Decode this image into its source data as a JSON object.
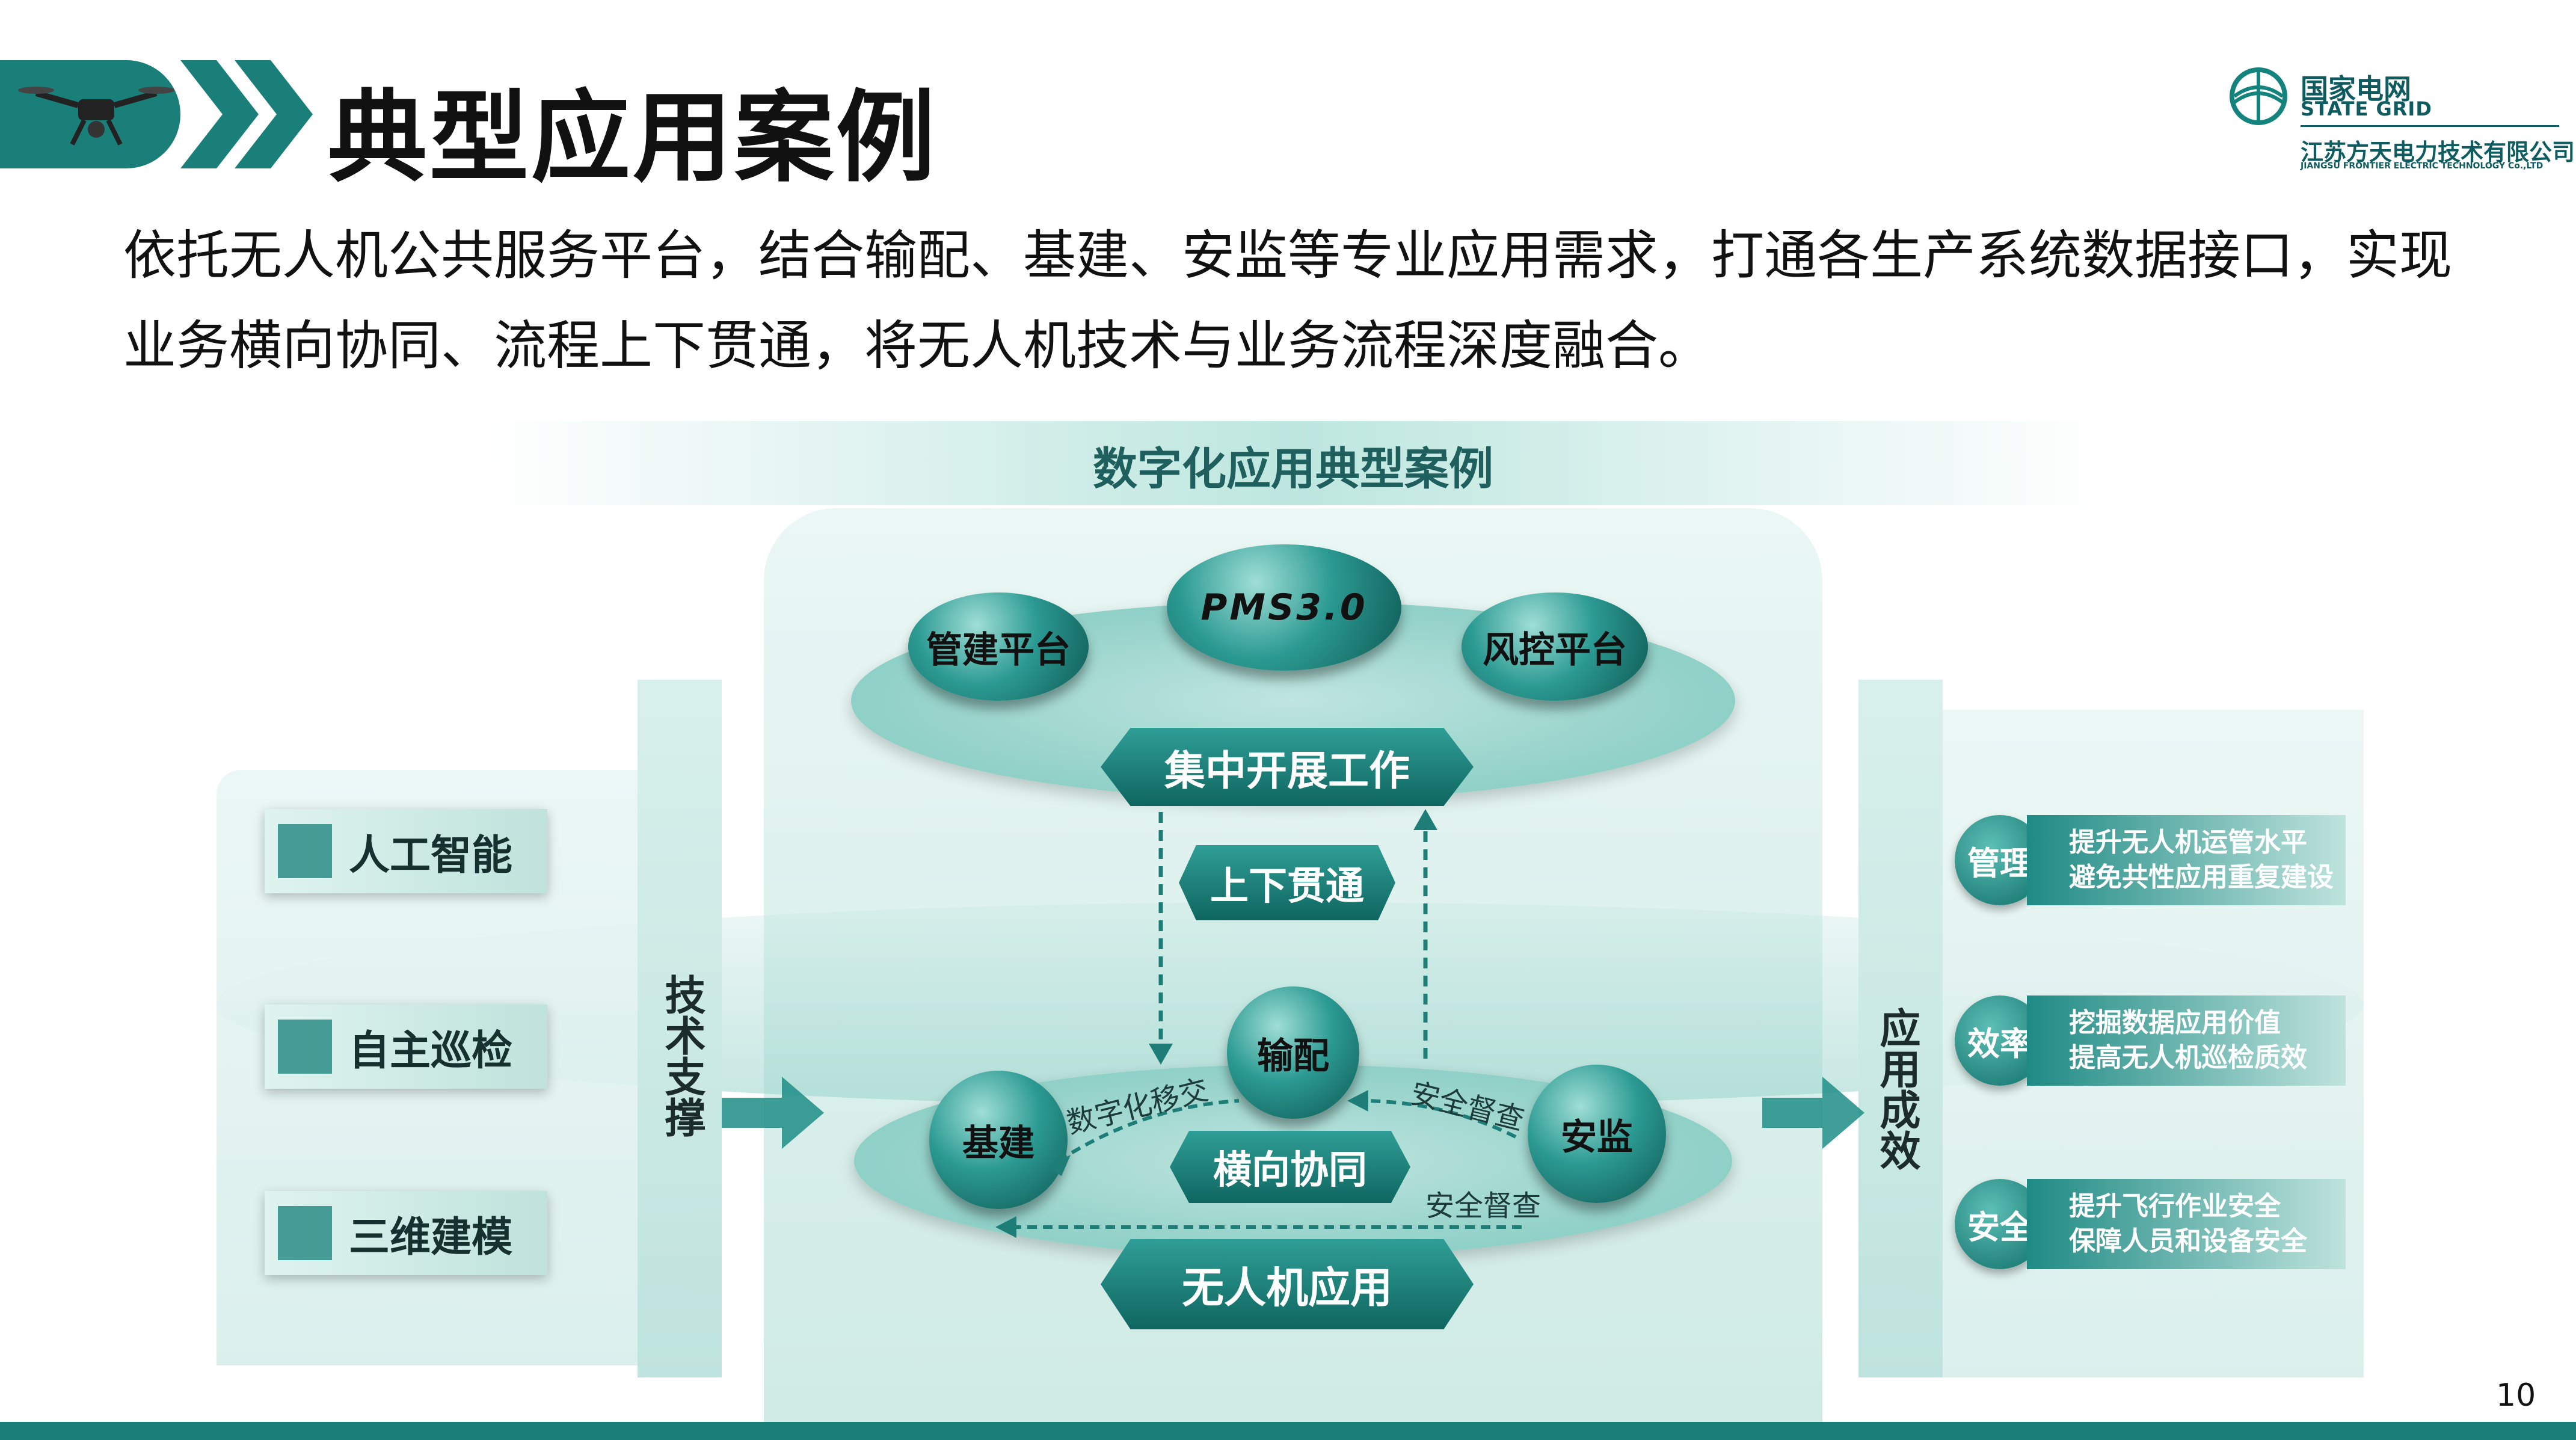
{
  "header": {
    "title": "典型应用案例",
    "intro": "依托无人机公共服务平台，结合输配、基建、安监等专业应用需求，打通各生产系统数据接口，实现业务横向协同、流程上下贯通，将无人机技术与业务流程深度融合。"
  },
  "logo": {
    "cn": "国家电网",
    "en": "STATE GRID",
    "company": "江苏方天电力技术有限公司",
    "company_en": "JIANGSU FRONTIER ELECTRIC TECHNOLOGY Co.,LTD"
  },
  "diagram": {
    "title": "数字化应用典型案例",
    "left_label": "技术支撑",
    "right_label": "应用成效",
    "tech_items": [
      "人工智能",
      "自主巡检",
      "三维建模"
    ],
    "top_systems": {
      "left": "管建平台",
      "center": "PMS3.0",
      "right": "风控平台"
    },
    "top_band": "集中开展工作",
    "vertical": "上下贯通",
    "bottom_nodes": {
      "left": "基建",
      "center": "输配",
      "right": "安监"
    },
    "horizontal": "横向协同",
    "bottom_band": "无人机应用",
    "flow_labels": {
      "left": "数字化移交",
      "right_upper": "安全督查",
      "right_lower": "安全督查"
    },
    "results": [
      {
        "tag": "管理",
        "line1": "提升无人机运管水平",
        "line2": "避免共性应用重复建设"
      },
      {
        "tag": "效率",
        "line1": "挖掘数据应用价值",
        "line2": "提高无人机巡检质效"
      },
      {
        "tag": "安全",
        "line1": "提升飞行作业安全",
        "line2": "保障人员和设备安全"
      }
    ]
  },
  "page_number": "10",
  "colors": {
    "accent": "#1f8a84",
    "dark_teal": "#0f5c60",
    "light_teal": "#d7eeea"
  }
}
